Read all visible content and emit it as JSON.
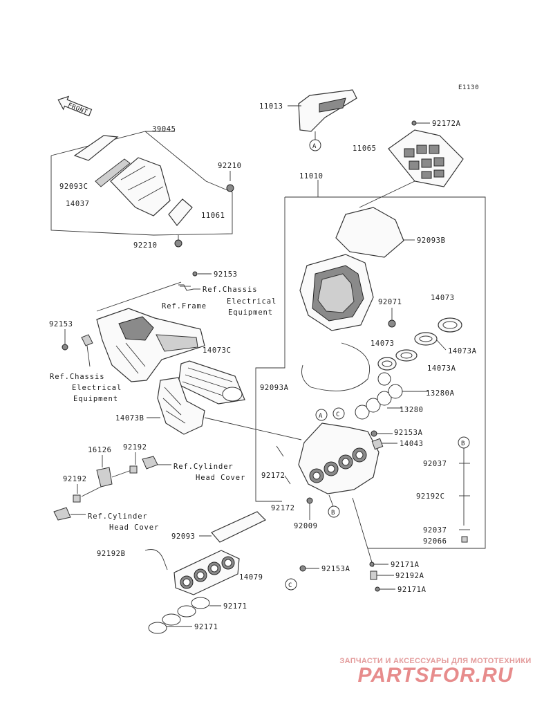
{
  "diagram_code": "E1130",
  "front_label": "FRONT",
  "callouts": [
    "A",
    "B",
    "C"
  ],
  "part_numbers": {
    "p11013": "11013",
    "p92172A": "92172A",
    "p11065": "11065",
    "p39045": "39045",
    "p92093C": "92093C",
    "p14037": "14037",
    "p92210a": "92210",
    "p11061": "11061",
    "p92210b": "92210",
    "p11010": "11010",
    "p92093B": "92093B",
    "p92153a": "92153",
    "p92071": "92071",
    "p14073": "14073",
    "p14073b2": "14073",
    "p14073A1": "14073A",
    "p14073A2": "14073A",
    "p92153b": "92153",
    "p14073C": "14073C",
    "p92093A": "92093A",
    "p13280A": "13280A",
    "p13280": "13280",
    "p14073B": "14073B",
    "p92153A1": "92153A",
    "p14043": "14043",
    "p16126": "16126",
    "p92192a": "92192",
    "p92192b": "92192",
    "p92172a": "92172",
    "p92172b": "92172",
    "p92037a": "92037",
    "p92192C": "92192C",
    "p92009": "92009",
    "p92037b": "92037",
    "p92066": "92066",
    "p92093": "92093",
    "p92192B": "92192B",
    "p14079": "14079",
    "p92153A2": "92153A",
    "p92171A1": "92171A",
    "p92192A": "92192A",
    "p92171A2": "92171A",
    "p92171a": "92171",
    "p92171b": "92171"
  },
  "refs": {
    "chassis1_l1": "Ref.Chassis",
    "chassis1_l2": "Electrical",
    "chassis1_l3": "Equipment",
    "frame": "Ref.Frame",
    "chassis2_l1": "Ref.Chassis",
    "chassis2_l2": "Electrical",
    "chassis2_l3": "Equipment",
    "cyl1_l1": "Ref.Cylinder",
    "cyl1_l2": "Head Cover",
    "cyl2_l1": "Ref.Cylinder",
    "cyl2_l2": "Head Cover"
  },
  "watermark": {
    "tagline": "ЗАПЧАСТИ И АКСЕССУАРЫ ДЛЯ МОТОТЕХНИКИ",
    "logo": "PARTSFOR.RU"
  }
}
